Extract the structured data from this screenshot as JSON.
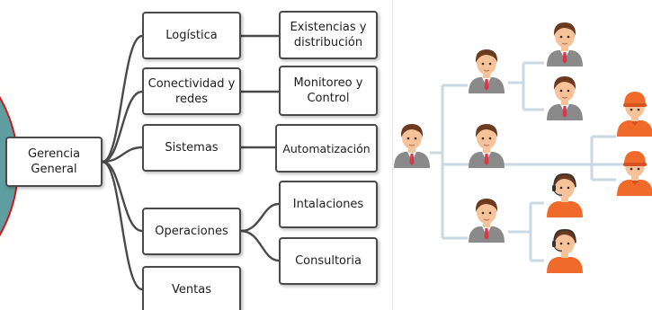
{
  "org_chart": {
    "root": "Gerencia\nGeneral",
    "departments": [
      {
        "label": "Logística",
        "child": "Existencias y\ndistribución"
      },
      {
        "label": "Conectividad y\nredes",
        "child": "Monitoreo y\nControl"
      },
      {
        "label": "Sistemas",
        "child": "Automatización"
      },
      {
        "label": "Operaciones",
        "children": [
          "Intalaciones",
          "Consultoria"
        ]
      },
      {
        "label": "Ventas"
      }
    ]
  },
  "colors": {
    "line": "#4a4a4a",
    "box_border": "#4a4a4a",
    "circle_fill": "#5f9ea0",
    "circle_glow": "#f7e27a",
    "circle_ring": "#d01818",
    "tree_line": "#c9d9e3",
    "suit": "#8a8a8a",
    "orange": "#f06a2c",
    "skin": "#f5c29a",
    "hair": "#6b3a1f"
  },
  "icons": [
    "person-icon",
    "worker-icon",
    "headset-icon"
  ]
}
